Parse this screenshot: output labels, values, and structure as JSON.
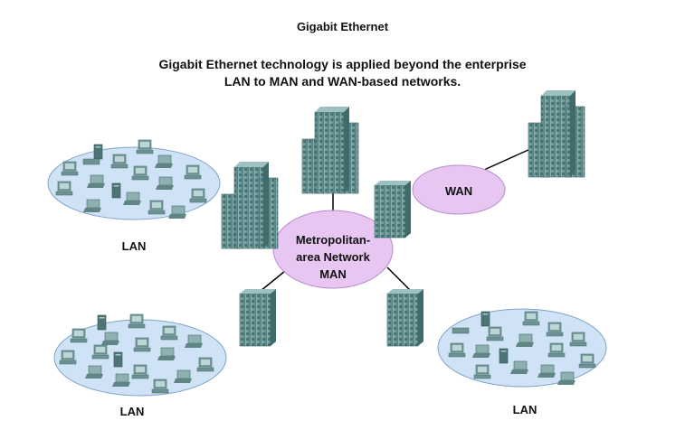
{
  "title": "Gigabit Ethernet",
  "subtitle": {
    "line1": "Gigabit Ethernet technology is applied beyond the enterprise",
    "line2": "LAN to MAN and WAN-based networks."
  },
  "man": {
    "line1": "Metropolitan-",
    "line2": "area Network",
    "line3": "MAN"
  },
  "wan": {
    "label": "WAN"
  },
  "lans": [
    {
      "label": "LAN"
    },
    {
      "label": "LAN"
    },
    {
      "label": "LAN"
    }
  ],
  "colors": {
    "lan_fill": "#cfe2f6",
    "lan_stroke": "#7fa3c6",
    "cloud_fill": "#e7c6f2",
    "cloud_stroke": "#b88bd0",
    "building": "#5f8f8f",
    "building_dark": "#3f6b6b",
    "building_light": "#8fb6b6",
    "device": "#6f9393",
    "line": "#000000"
  }
}
